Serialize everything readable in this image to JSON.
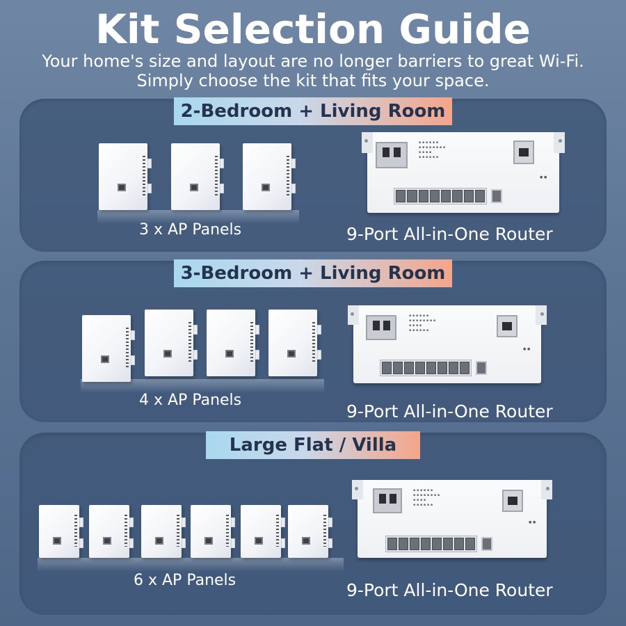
{
  "header": {
    "title": "Kit Selection Guide",
    "subtitle": "Your home's size and layout are no longer barriers to great Wi-Fi. Simply choose the kit that fits your space."
  },
  "kits": [
    {
      "label": "2-Bedroom + Living Room",
      "panels_caption": "3 x AP Panels",
      "panel_count": 3,
      "router_caption": "9-Port All-in-One Router"
    },
    {
      "label": "3-Bedroom + Living Room",
      "panels_caption": "4 x AP Panels",
      "panel_count": 4,
      "router_caption": "9-Port All-in-One Router"
    },
    {
      "label": "Large Flat / Villa",
      "panels_caption": "6 x AP Panels",
      "panel_count": 6,
      "router_caption": "9-Port All-in-One Router"
    }
  ],
  "colors": {
    "label_gradient_start": "#a9d8ef",
    "label_gradient_end": "#f4a58a",
    "label_text": "#24344f",
    "section_bg": "#3e5476"
  },
  "icons": {
    "panel": "wall-ap-panel-icon",
    "router": "router-icon"
  }
}
